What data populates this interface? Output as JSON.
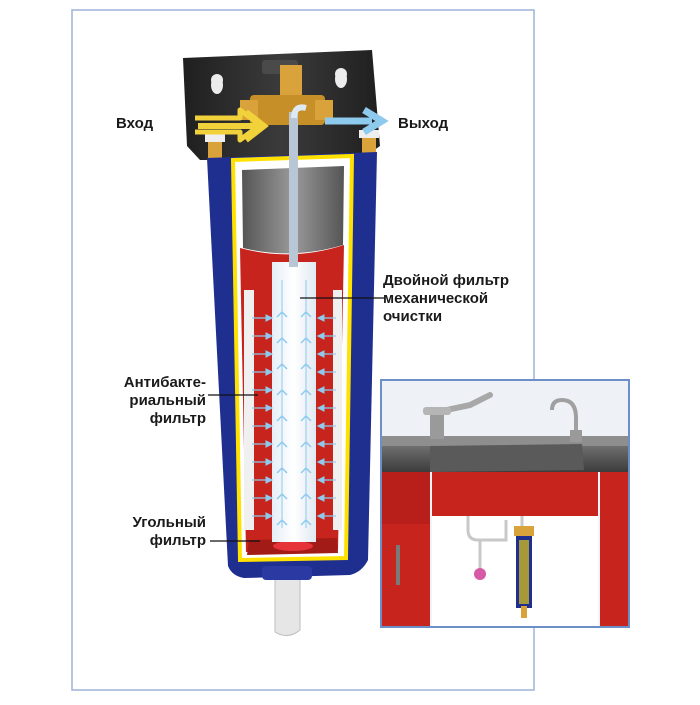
{
  "labels": {
    "inlet": "Вход",
    "outlet": "Выход",
    "double_filter": [
      "Двойной фильтр",
      "механической",
      "очистки"
    ],
    "antibacterial": [
      "Антибакте-",
      "риальный",
      "фильтр"
    ],
    "carbon": [
      "Угольный",
      "фильтр"
    ]
  },
  "colors": {
    "frame_border": "#9db4d8",
    "housing_blue": "#1f2f8f",
    "filter_red": "#c8241e",
    "outline_yellow": "#ffe100",
    "flow_arrow_light": "#8ec9ee",
    "head_black": "#2a2a2a",
    "brass": "#d9a23a",
    "inlet_arrow": "#f1d23a",
    "inset_border": "#6c8fc8"
  }
}
